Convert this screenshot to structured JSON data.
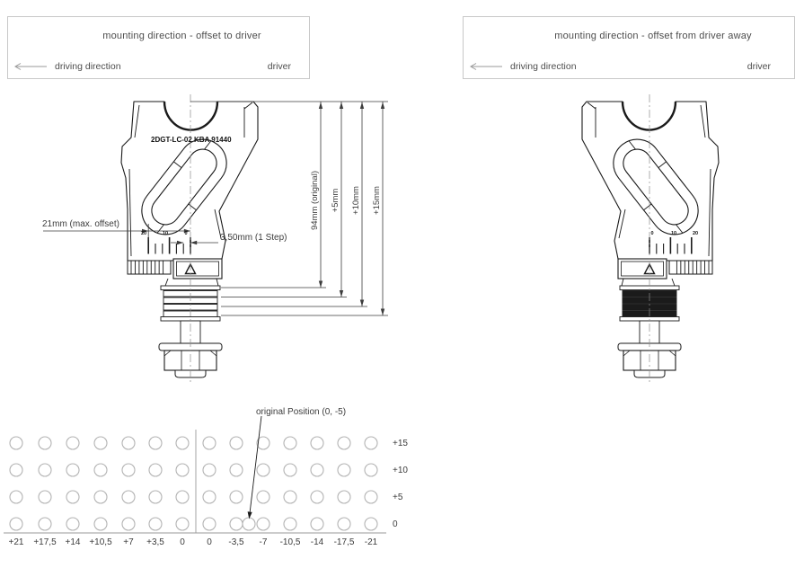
{
  "panels": {
    "left": {
      "title": "mounting direction - offset to driver",
      "driving_label": "driving direction",
      "driver_label": "driver"
    },
    "right": {
      "title": "mounting direction - offset from driver away",
      "driving_label": "driving direction",
      "driver_label": "driver"
    }
  },
  "drawing": {
    "part_label": "2DGT-LC-02 KBA 91440",
    "scale_labels": [
      "0",
      "10",
      "20"
    ],
    "dimensions": {
      "original": "94mm (original)",
      "plus5": "+5mm",
      "plus10": "+10mm",
      "plus15": "+15mm",
      "max_offset": "21mm (max. offset)",
      "step": "3,50mm (1 Step)"
    }
  },
  "grid": {
    "annotation": "original Position (0, -5)",
    "row_labels": [
      "+15",
      "+10",
      "+5",
      "0"
    ],
    "col_labels": [
      "+21",
      "+17,5",
      "+14",
      "+10,5",
      "+7",
      "+3,5",
      "0",
      "0",
      "-3,5",
      "-7",
      "-10,5",
      "-14",
      "-17,5",
      "-21"
    ],
    "rows": 4,
    "cols": 14
  },
  "colors": {
    "drawing_line": "#1a1a1a",
    "dimension_line": "#3c3c3c",
    "text": "#4d4d4d",
    "grid_circle": "#b3b3b3",
    "panel_border": "#c8c8c8"
  }
}
